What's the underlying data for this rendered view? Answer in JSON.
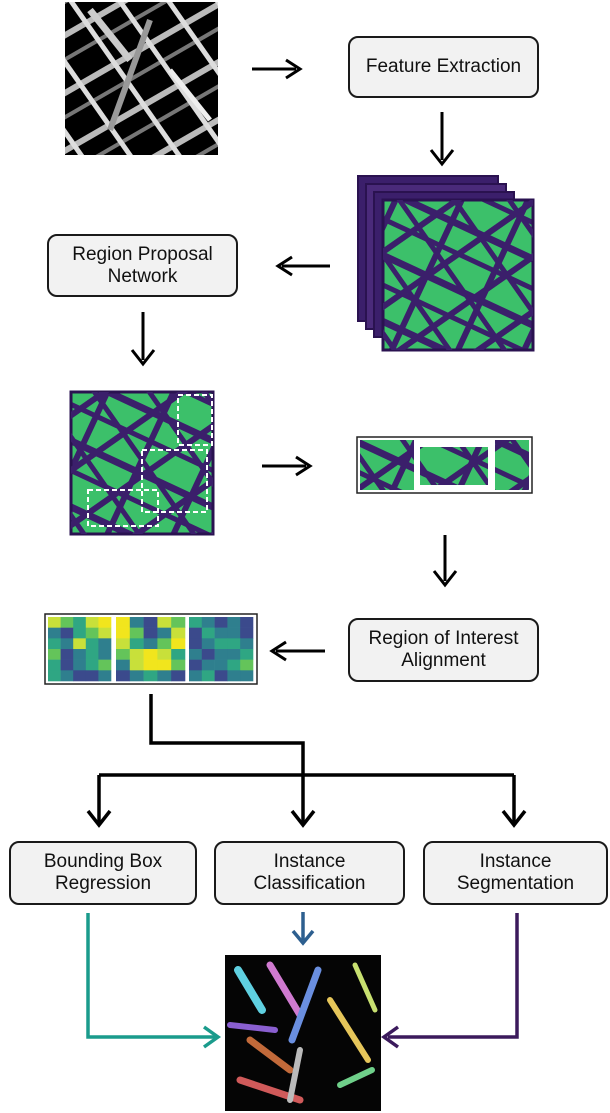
{
  "boxes": {
    "feature_extraction": "Feature Extraction",
    "region_proposal": "Region Proposal\nNetwork",
    "roi_alignment": "Region of Interest\nAlignment",
    "bbox_regression": "Bounding Box\nRegression",
    "instance_classification": "Instance\nClassification",
    "instance_segmentation": "Instance\nSegmentation"
  },
  "colors": {
    "bbox_arrow": "#1a9b8c",
    "classification_arrow": "#2d5f8f",
    "segmentation_arrow": "#3b1a5c",
    "feature_green": "#3cc06a",
    "feature_purple": "#3b1f6b"
  },
  "icons": [
    "input-image",
    "feature-map-stack",
    "proposal-map",
    "roi-crops",
    "aligned-feature-grids",
    "segmentation-output"
  ]
}
